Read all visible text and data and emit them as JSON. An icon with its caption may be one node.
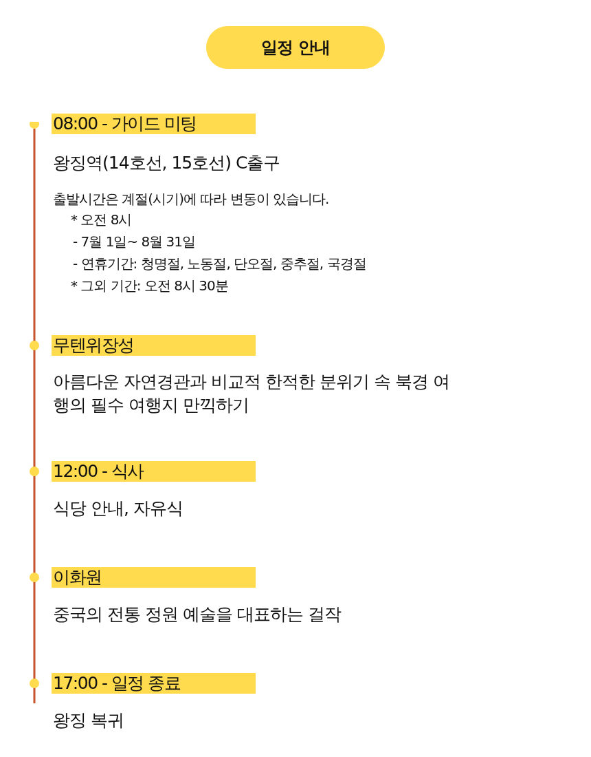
{
  "diagram": {
    "title": "일정 안내",
    "nodes": [
      {
        "text": [
          "08:00 - 가이드 미팅"
        ],
        "beside": [
          "왕징역(14호선, 15호선) C출구",
          "출발시간은 계절(시기)에 따라 변동이 있습니다.",
          "* 오전 8시",
          "- 7월 1일~ 8월 31일",
          "- 연휴기간:  청명절, 노동절, 단오절, 중추절, 국경절",
          "* 그외 기간: 오전 8시 30분"
        ]
      },
      {
        "text": [
          "무텐위장성"
        ],
        "beside": [
          "아름다운 자연경관과 비교적 한적한 분위기 속 북경 여행의 필수 여행지 만끽하기"
        ]
      },
      {
        "text": [
          "12:00 - 식사"
        ],
        "beside": [
          "식당 안내, 자유식"
        ]
      },
      {
        "text": [
          "이화원"
        ],
        "beside": [
          "중국의 전통 정원 예술을 대표하는 걸작"
        ]
      },
      {
        "text": [
          "17:00 - 일정 종료"
        ],
        "beside": [
          "왕징 복귀"
        ]
      }
    ]
  }
}
